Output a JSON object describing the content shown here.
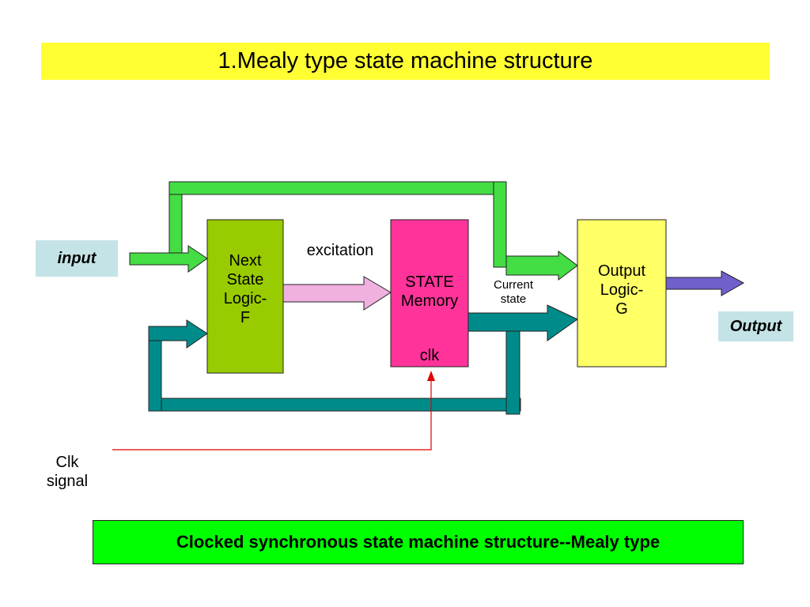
{
  "title": "1.Mealy type state machine structure",
  "input_label": "input",
  "output_label": "Output",
  "next_state_block": {
    "line1": "Next",
    "line2": "State",
    "line3": "Logic-",
    "line4": "F"
  },
  "state_memory_block": {
    "line1": "STATE",
    "line2": "Memory",
    "clk": "clk"
  },
  "output_logic_block": {
    "line1": "Output",
    "line2": "Logic-",
    "line3": "G"
  },
  "excitation_label": "excitation",
  "current_state_label": {
    "line1": "Current",
    "line2": "state"
  },
  "clk_signal_label": {
    "line1": "Clk",
    "line2": "signal"
  },
  "caption": "Clocked synchronous state machine structure--Mealy type",
  "colors": {
    "title_bg": "#ffff33",
    "next_state_fill": "#99cc00",
    "state_memory_fill": "#ff3399",
    "output_logic_fill": "#ffff66",
    "input_arrow": "#44dd44",
    "excitation_arrow": "#f0b0e0",
    "state_arrow": "#008b8b",
    "output_arrow": "#7060cc",
    "clock_line": "#dd0000",
    "caption_bg": "#00ff00",
    "tag_bg": "#c4e3e7"
  }
}
